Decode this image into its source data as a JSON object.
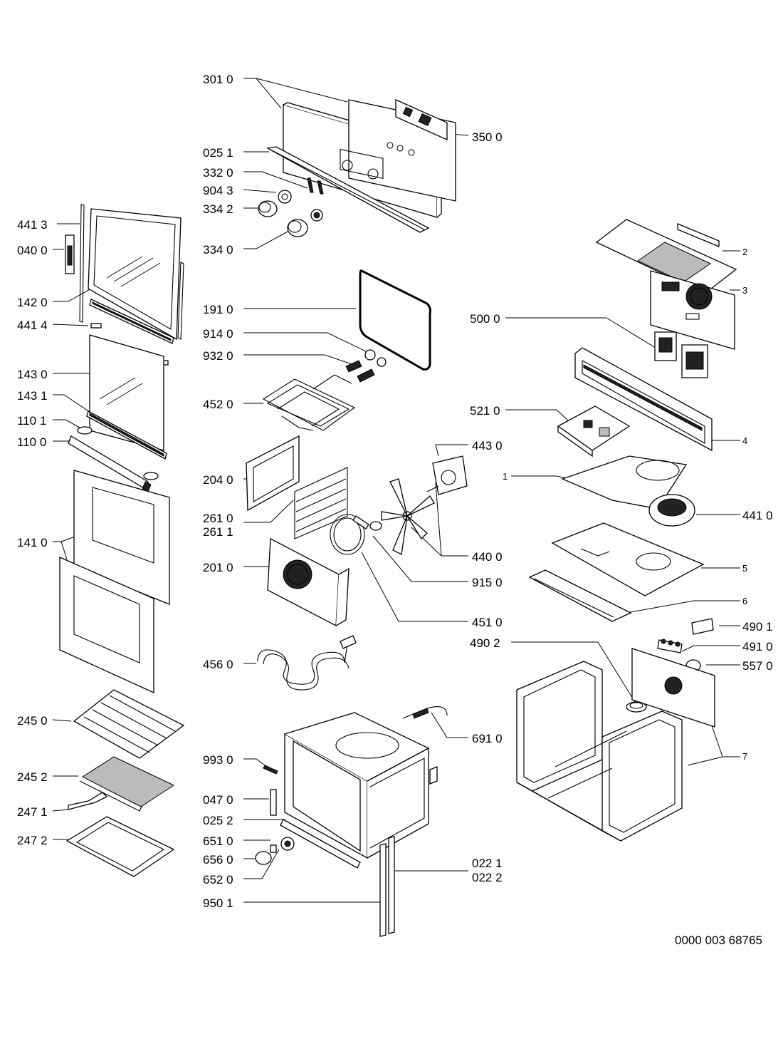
{
  "diagram_id": "0000 003 68765",
  "labels": {
    "l3010": "301 0",
    "l3500": "350 0",
    "l0251": "025 1",
    "l3320": "332 0",
    "l9043": "904 3",
    "l3342": "334 2",
    "l3340": "334 0",
    "l4413": "441 3",
    "l0400": "040 0",
    "l1420": "142 0",
    "l4414": "441 4",
    "l1430": "143 0",
    "l1431": "143 1",
    "l1101": "110 1",
    "l1100": "110 0",
    "l1410": "141 0",
    "l2450": "245 0",
    "l2452": "245 2",
    "l2471": "247 1",
    "l2472": "247 2",
    "l1910": "191 0",
    "l9140": "914 0",
    "l9320": "932 0",
    "l4520": "452 0",
    "l2040": "204 0",
    "l2610": "261 0",
    "l2611": "261 1",
    "l2010": "201 0",
    "l4560": "456 0",
    "l9930": "993 0",
    "l0470": "047 0",
    "l0252": "025 2",
    "l6510": "651 0",
    "l6560": "656 0",
    "l6520": "652 0",
    "l9501": "950 1",
    "l0221": "022 1",
    "l0222": "022 2",
    "l6910": "691 0",
    "l4430": "443 0",
    "l4400": "440 0",
    "l9150": "915 0",
    "l4510": "451 0",
    "l5000": "500 0",
    "l5210": "521 0",
    "l4410": "441 0",
    "l4901": "490 1",
    "l4902": "490 2",
    "l4910": "491 0",
    "l5570": "557 0",
    "n1": "1",
    "n2": "2",
    "n3": "3",
    "n4": "4",
    "n5": "5",
    "n6": "6",
    "n7": "7"
  }
}
